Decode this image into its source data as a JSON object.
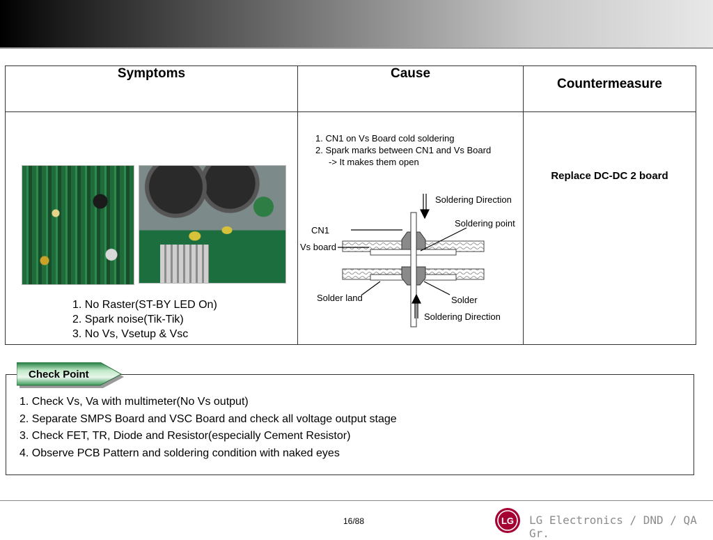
{
  "table": {
    "headers": {
      "symptoms": "Symptoms",
      "cause": "Cause",
      "countermeasure": "Countermeasure"
    },
    "symptoms": [
      "1. No Raster(ST-BY LED On)",
      "2. Spark noise(Tik-Tik)",
      "3. No Vs, Vsetup & Vsc"
    ],
    "cause": {
      "lines": [
        "1. CN1 on Vs Board cold soldering",
        "2. Spark marks between CN1 and Vs Board"
      ],
      "sub": "-> It makes them open"
    },
    "countermeasure": "Replace DC-DC 2 board"
  },
  "diagram": {
    "soldering_direction_top": "Soldering Direction",
    "soldering_point": "Soldering point",
    "cn1": "CN1",
    "vs_board": "Vs board",
    "solder_land": "Solder land",
    "solder": "Solder",
    "soldering_direction_bottom": "Soldering Direction"
  },
  "check_point": {
    "label": "Check Point",
    "items": [
      "1. Check Vs, Va with multimeter(No Vs output)",
      "2. Separate SMPS Board and VSC Board and check all voltage output stage",
      "3. Check FET, TR, Diode and Resistor(especially Cement Resistor)",
      "4. Observe PCB Pattern and soldering condition with naked eyes"
    ]
  },
  "footer": {
    "page": "16/88",
    "brand": "LG Electronics / DND / QA Gr.",
    "logo_text": "LG"
  },
  "colors": {
    "tab_green": "#2f8f4f",
    "logo_red": "#a50034",
    "brand_gray": "#8c8c8c"
  }
}
